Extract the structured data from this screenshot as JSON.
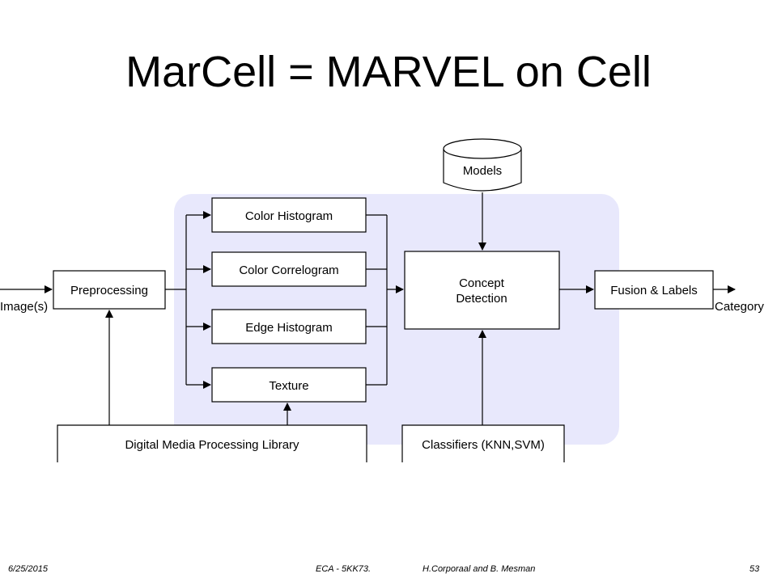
{
  "slide": {
    "title": "MarCell = MARVEL on Cell"
  },
  "diagram": {
    "input_label": "Image(s)",
    "output_label": "Category",
    "models": "Models",
    "preprocessing": "Preprocessing",
    "features": [
      "Color Histogram",
      "Color Correlogram",
      "Edge Histogram",
      "Texture"
    ],
    "concept_detection": [
      "Concept",
      "Detection"
    ],
    "fusion": "Fusion & Labels",
    "library": "Digital Media Processing Library",
    "classifiers": "Classifiers (KNN,SVM)",
    "colors": {
      "region_fill": "#e8e8fc",
      "stroke": "#000000"
    }
  },
  "footer": {
    "date": "6/25/2015",
    "course": "ECA - 5KK73.",
    "authors": "H.Corporaal and B. Mesman",
    "page": "53"
  }
}
